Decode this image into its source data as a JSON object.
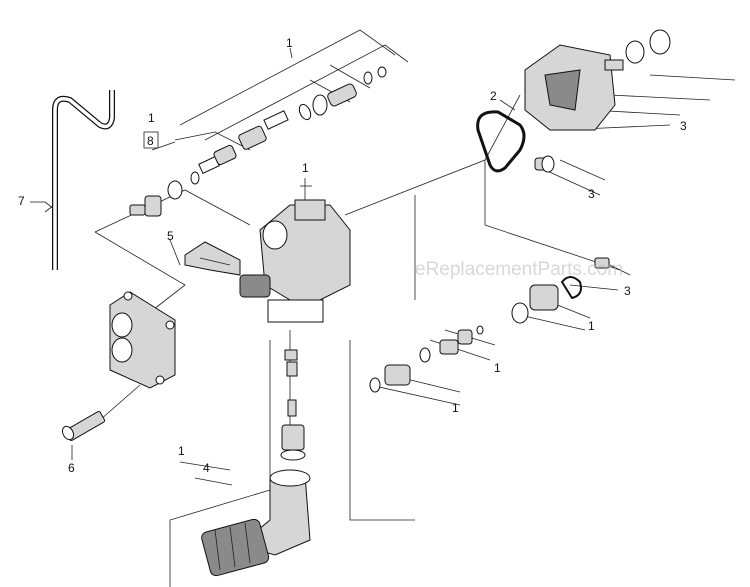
{
  "watermark": "eReplacementParts.com",
  "callouts": {
    "c1_top": "1",
    "c1_left": "1",
    "c8": "8",
    "c1_center": "1",
    "c2": "2",
    "c3_top": "3",
    "c3_mid": "3",
    "c3_low": "3",
    "c7": "7",
    "c5": "5",
    "c1_right": "1",
    "c1_mid": "1",
    "c1_bottom": "1",
    "c6": "6",
    "c1_lower_left": "1",
    "c4": "4"
  }
}
